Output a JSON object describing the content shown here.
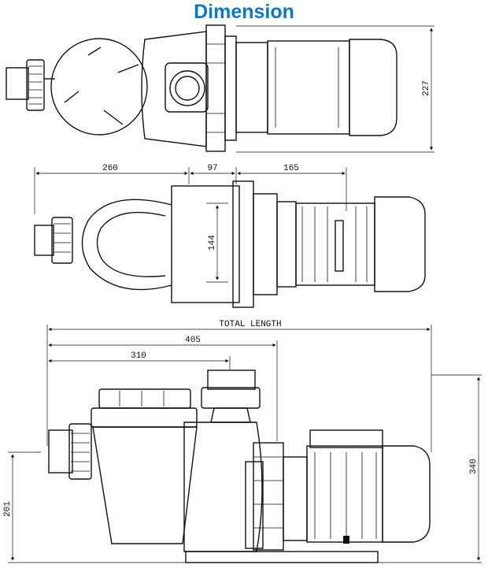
{
  "title": "Dimension",
  "colors": {
    "title": "#0a78c8",
    "line": "#111111"
  },
  "views": {
    "top": {
      "height_label": "227"
    },
    "middle": {
      "dims": [
        "260",
        "97",
        "165"
      ],
      "inlet_height_label": "144"
    },
    "side": {
      "total_label": "TOTAL LENGTH",
      "length1": "405",
      "length2": "310",
      "height_label": "340",
      "inlet_label": "201"
    }
  }
}
